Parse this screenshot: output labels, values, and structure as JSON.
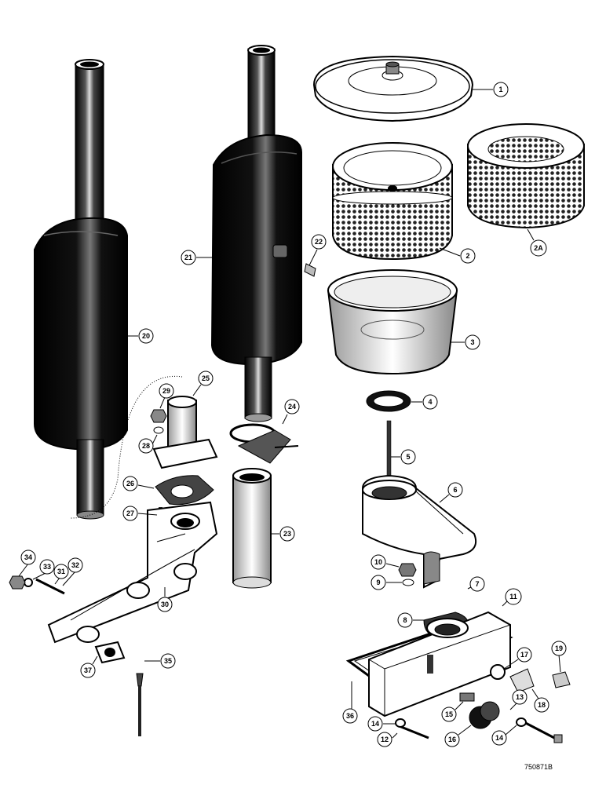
{
  "figure": {
    "drawing_number": "750871B"
  },
  "callouts": {
    "c1": "1",
    "c2": "2",
    "c2a": "2A",
    "c3": "3",
    "c4": "4",
    "c5": "5",
    "c6": "6",
    "c7": "7",
    "c8": "8",
    "c9": "9",
    "c10": "10",
    "c11": "11",
    "c12": "12",
    "c13": "13",
    "c14a": "14",
    "c14b": "14",
    "c15": "15",
    "c16": "16",
    "c17": "17",
    "c18": "18",
    "c19": "19",
    "c20": "20",
    "c21": "21",
    "c22": "22",
    "c23": "23",
    "c24": "24",
    "c25": "25",
    "c26": "26",
    "c27": "27",
    "c28": "28",
    "c29": "29",
    "c30": "30",
    "c31": "31",
    "c32": "32",
    "c33": "33",
    "c34": "34",
    "c35": "35",
    "c36": "36",
    "c37": "37"
  },
  "parts": {
    "muffler_left": "muffler",
    "muffler_right": "muffler",
    "air_cleaner_cover": "air-cleaner-cover",
    "air_cleaner_element": "air-cleaner-element",
    "air_cleaner_element_alt": "air-cleaner-element",
    "air_cleaner_cup": "air-cleaner-cup",
    "seal_ring": "seal-ring",
    "stud": "stud",
    "inlet_elbow": "inlet-elbow",
    "intake_manifold": "intake-manifold",
    "exhaust_manifold": "exhaust-manifold",
    "exhaust_pipe": "exhaust-pipe",
    "clamp": "clamp"
  },
  "colors": {
    "ink": "#000000",
    "paper": "#ffffff",
    "shade": "#1a1a1a"
  }
}
